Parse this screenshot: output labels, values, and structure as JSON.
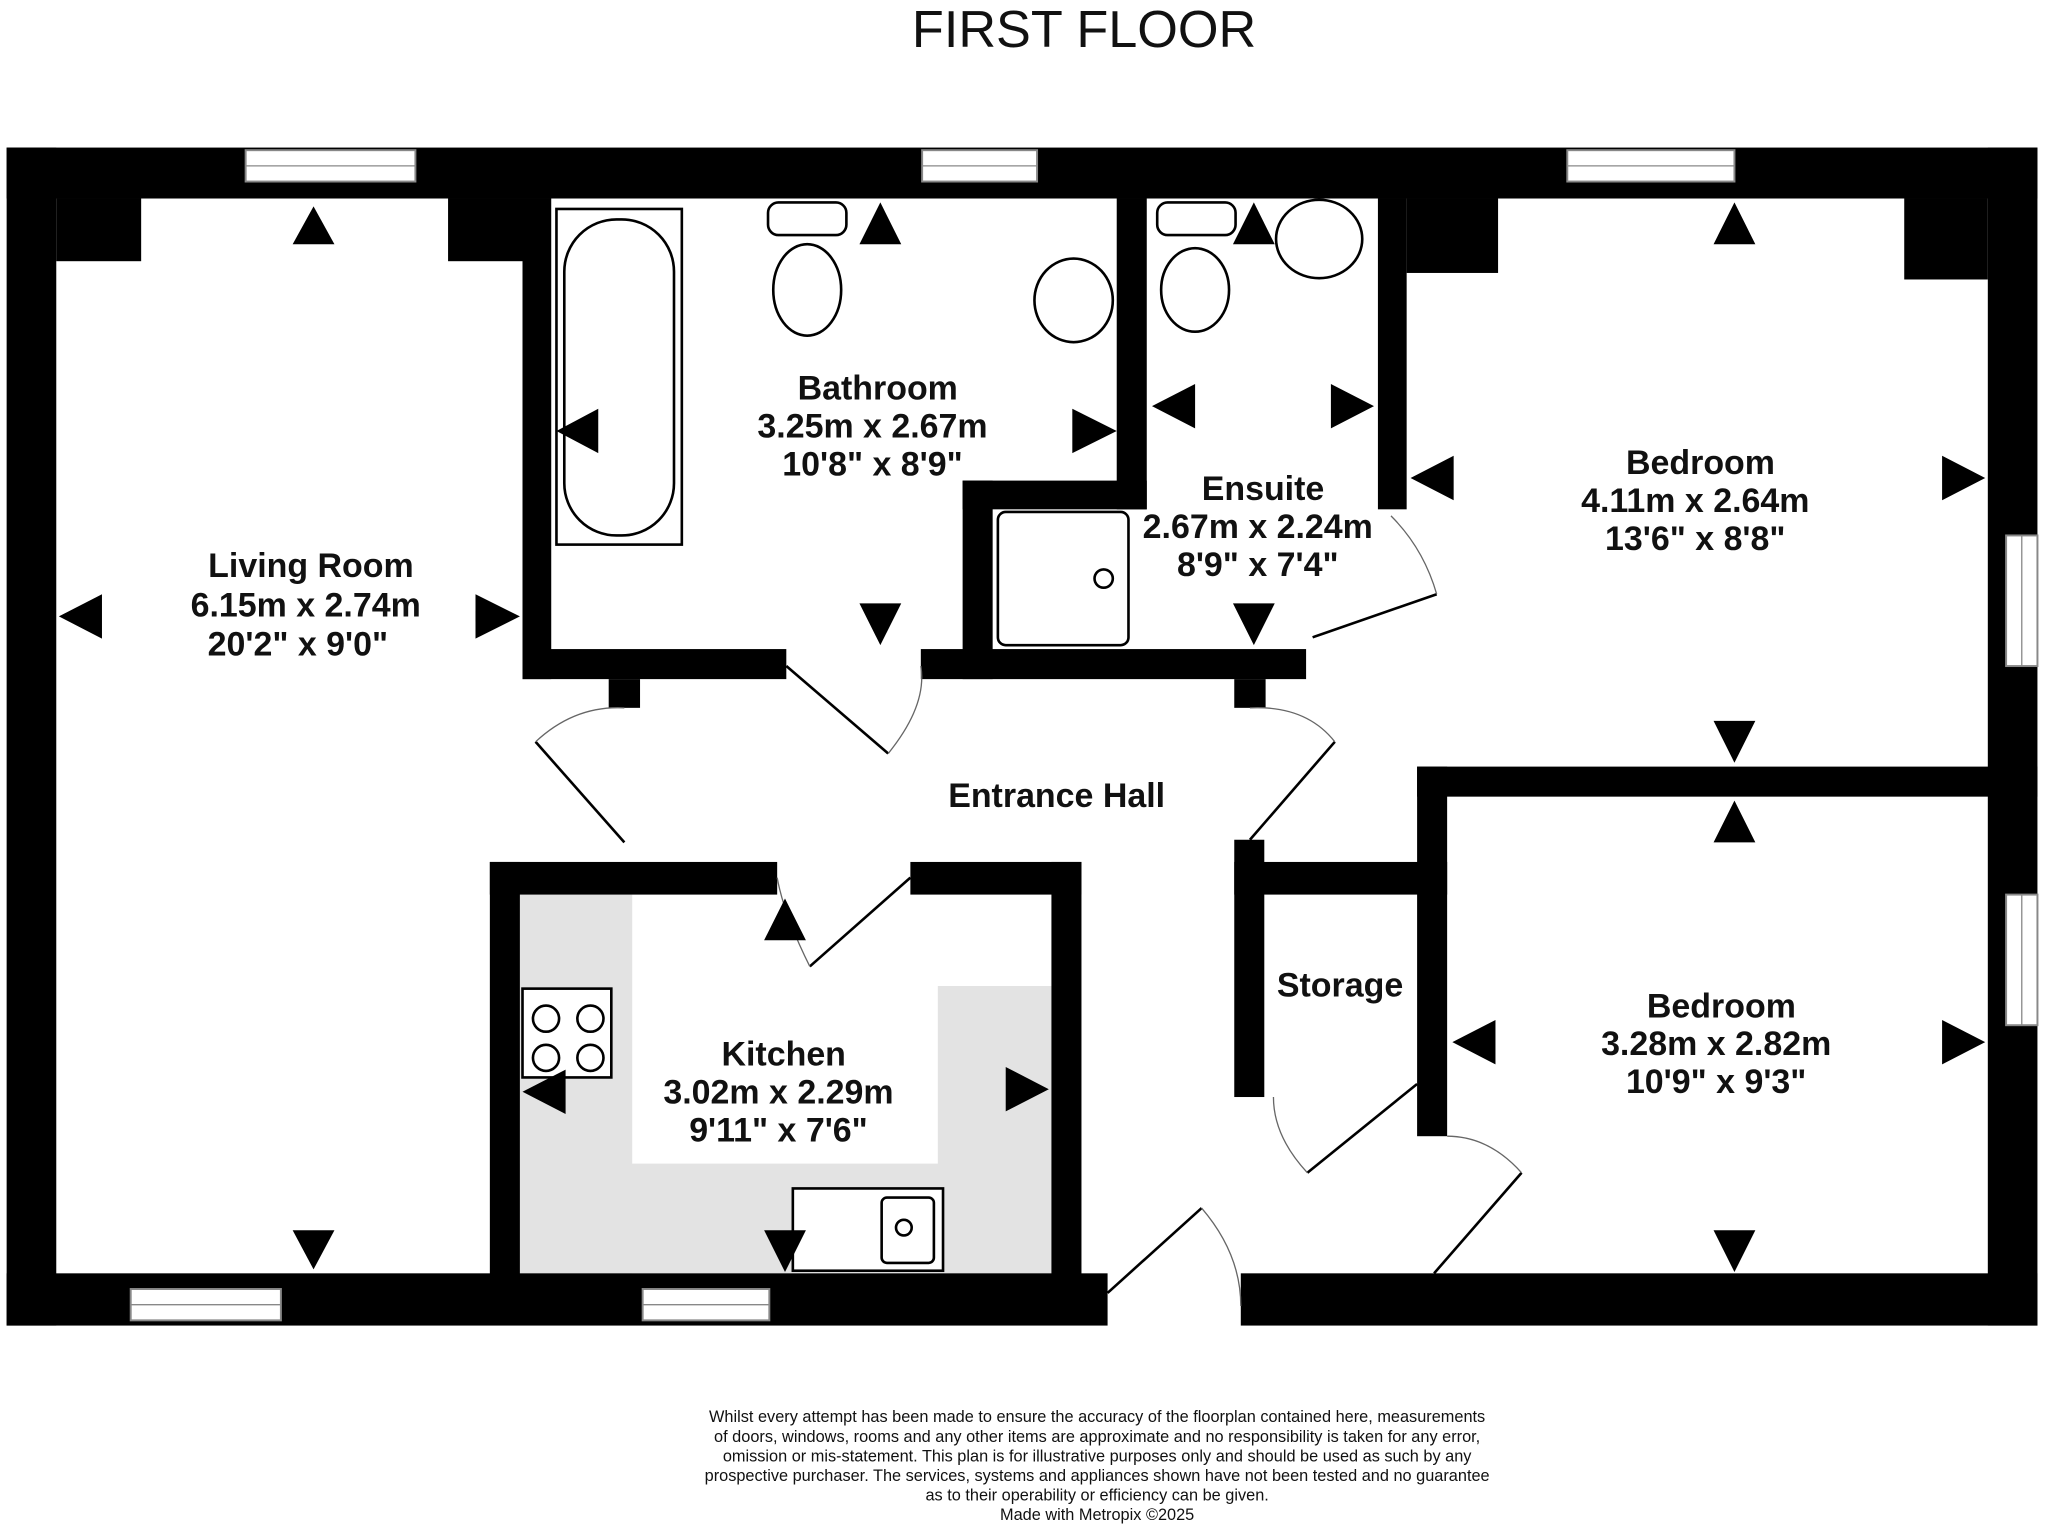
{
  "title": "FIRST FLOOR",
  "rooms": [
    {
      "name": "Living Room",
      "metric": "6.15m  x 2.74m",
      "imperial": "20'2\"  x 9'0\""
    },
    {
      "name": "Bathroom",
      "metric": "3.25m  x 2.67m",
      "imperial": "10'8\"  x 8'9\""
    },
    {
      "name": "Ensuite",
      "metric": "2.67m  x 2.24m",
      "imperial": "8'9\"  x 7'4\""
    },
    {
      "name": "Bedroom",
      "metric": "4.11m  x 2.64m",
      "imperial": "13'6\"  x 8'8\""
    },
    {
      "name": "Entrance Hall"
    },
    {
      "name": "Kitchen",
      "metric": "3.02m  x 2.29m",
      "imperial": "9'11\"  x 7'6\""
    },
    {
      "name": "Storage"
    },
    {
      "name": "Bedroom",
      "metric": "3.28m  x 2.82m",
      "imperial": "10'9\"  x 9'3\""
    }
  ],
  "disclaimer": [
    "Whilst every attempt has been made to ensure the accuracy of the floorplan contained here, measurements",
    "of doors, windows, rooms and any other items are approximate and no responsibility is taken for any error,",
    "omission or mis-statement. This plan is for illustrative purposes only and should be used as such by any",
    "prospective purchaser. The services, systems and appliances shown have not been tested and no guarantee",
    "as to their operability or efficiency can be given.",
    "Made with Metropix ©2025"
  ]
}
